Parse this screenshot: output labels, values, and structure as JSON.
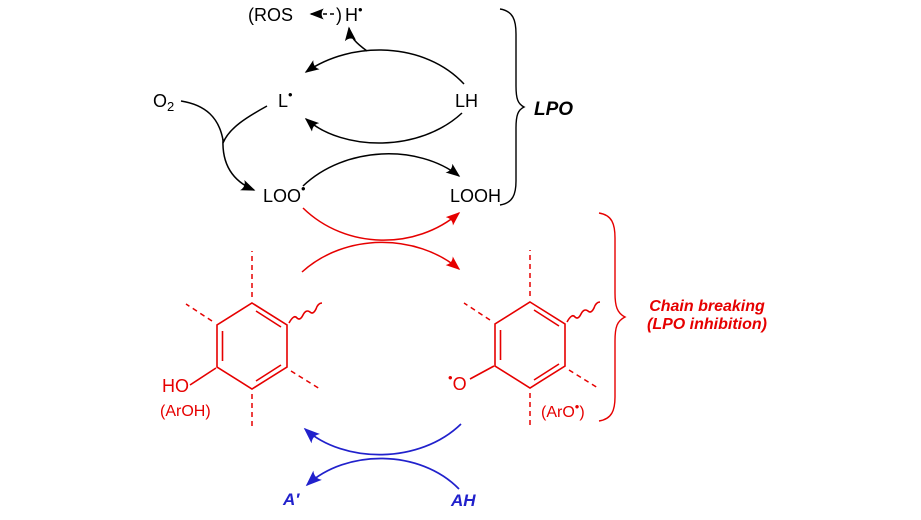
{
  "colors": {
    "black": "#000000",
    "red": "#e60000",
    "blue": "#2121cc"
  },
  "lpo_cycle": {
    "ros_open": "(ROS",
    "ros_close": ")",
    "h_atom": "H",
    "radical_dot": "•",
    "l_atom": "L",
    "lh_label": "LH",
    "o2_base": "O",
    "o2_subscript": "2",
    "loo_base": "LOO",
    "looh_label": "LOOH",
    "brace_label": "LPO"
  },
  "chain_breaking": {
    "ho_group": "HO",
    "aroh_label": "(ArOH)",
    "o_group": "O",
    "radical_dot": "•",
    "aro_open": "(ArO",
    "aro_close": ")",
    "brace_label_line1": "Chain breaking",
    "brace_label_line2": "(LPO inhibition)"
  },
  "regeneration": {
    "a_prime_label": "A′",
    "ah_label": "AH"
  }
}
